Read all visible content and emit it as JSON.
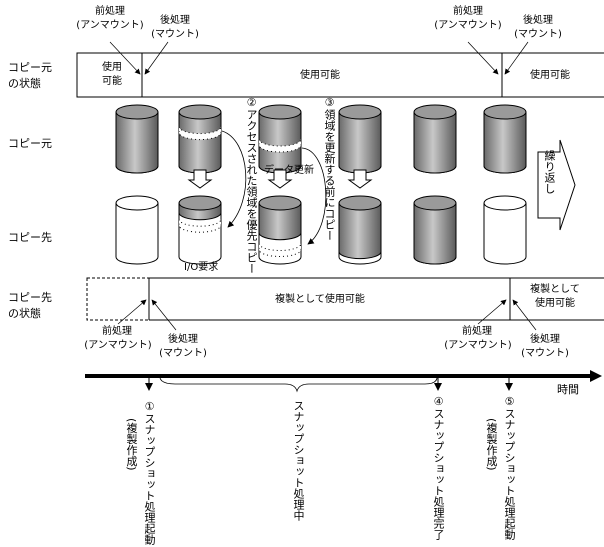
{
  "top_labels": {
    "pre1": "前処理",
    "pre1_sub": "(アンマウント)",
    "post1": "後処理",
    "post1_sub": "(マウント)",
    "pre2": "前処理",
    "pre2_sub": "(アンマウント)",
    "post2": "後処理",
    "post2_sub": "(マウント)"
  },
  "rows": {
    "src_state": [
      "コピー元",
      "の状態"
    ],
    "src": "コピー元",
    "dst": "コピー先",
    "dst_state": [
      "コピー先",
      "の状態"
    ]
  },
  "src_bar": {
    "left": [
      "使用",
      "可能"
    ],
    "middle": "使用可能",
    "right": "使用可能"
  },
  "middle": {
    "step2": "②アクセスされた領域を優先コピー",
    "step3": "③領域を更新する前にコピー",
    "data_update": "データ更新",
    "io_request": "I/O要求",
    "repeat": "繰り返し"
  },
  "dst_bar": {
    "middle": "複製として使用可能",
    "right": [
      "複製として",
      "使用可能"
    ]
  },
  "bottom_labels": {
    "pre1": "前処理",
    "pre1_sub": "(アンマウント)",
    "post1": "後処理",
    "post1_sub": "(マウント)",
    "pre2": "前処理",
    "pre2_sub": "(アンマウント)",
    "post2": "後処理",
    "post2_sub": "(マウント)"
  },
  "timeline": {
    "axis_label": "時間",
    "step1": "①スナップショット処理起動",
    "step1_sub": "(複製作成)",
    "during": "スナップショット処理中",
    "step4": "④スナップショット処理完了",
    "step5": "⑤スナップショット処理起動",
    "step5_sub": "(複製作成)"
  }
}
